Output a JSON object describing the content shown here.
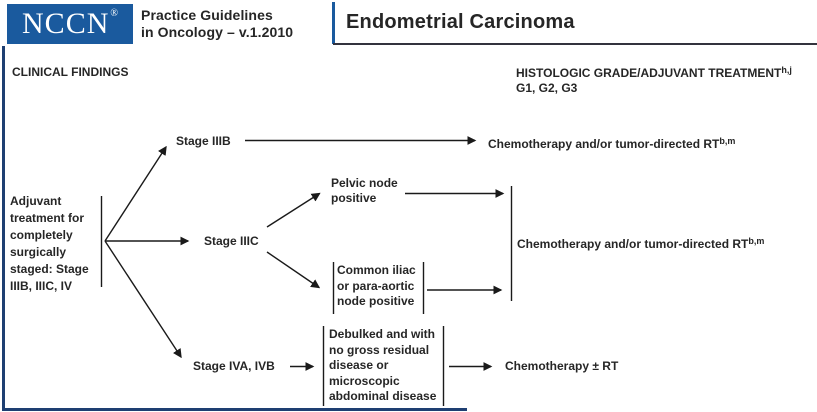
{
  "header": {
    "logo_text": "NCCN",
    "logo_registered": "®",
    "program_lines": [
      "Practice Guidelines",
      "in Oncology – v.1.2010"
    ],
    "page_title": "Endometrial Carcinoma"
  },
  "column_headers": {
    "left": "CLINICAL FINDINGS",
    "right_title": "HISTOLOGIC GRADE/ADJUVANT TREATMENT",
    "right_title_sup": "h,j",
    "right_subtitle": "G1, G2, G3"
  },
  "flowchart": {
    "root_lines": [
      "Adjuvant",
      "treatment for",
      "completely",
      "surgically",
      "staged: Stage",
      "IIIB, IIIC, IV"
    ],
    "stage_iiib_label": "Stage IIIB",
    "stage_iiic_label": "Stage IIIC",
    "stage_iva_ivb_label": "Stage IVA, IVB",
    "pelvic_node_lines": [
      "Pelvic node",
      "positive"
    ],
    "common_iliac_lines": [
      "Common iliac",
      "or para-aortic",
      "node positive"
    ],
    "debulked_lines": [
      "Debulked and with",
      "no gross residual",
      "disease or",
      "microscopic",
      "abdominal disease"
    ],
    "outcome_chemo_rt": "Chemotherapy and/or tumor-directed RT",
    "outcome_chemo_rt_sup": "b,m",
    "outcome_chemo_pm_rt": "Chemotherapy ± RT"
  },
  "colors": {
    "nccn_blue": "#1a5a9e",
    "frame_navy": "#1e3f72",
    "rule_dark": "#33333d",
    "text_dark": "#262626",
    "line_dark": "#1a1a1a"
  }
}
